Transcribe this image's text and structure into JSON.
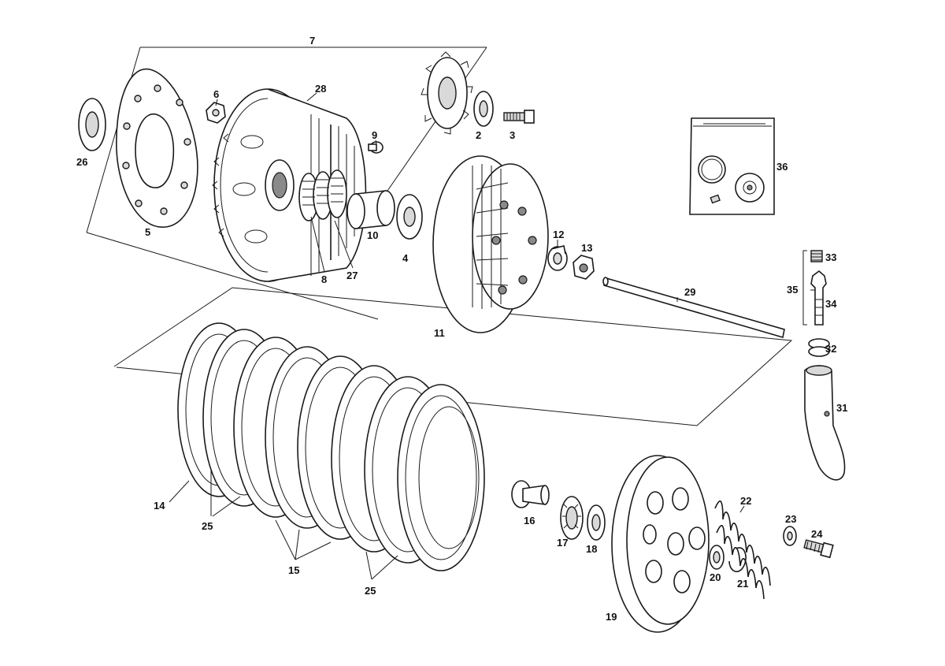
{
  "callouts": [
    {
      "id": "c1",
      "text": "7"
    },
    {
      "id": "c2",
      "text": "6"
    },
    {
      "id": "c3",
      "text": "28"
    },
    {
      "id": "c4",
      "text": "9"
    },
    {
      "id": "c5",
      "text": "2"
    },
    {
      "id": "c6",
      "text": "3"
    },
    {
      "id": "c7",
      "text": "26"
    },
    {
      "id": "c8",
      "text": "5"
    },
    {
      "id": "c9",
      "text": "10"
    },
    {
      "id": "c10",
      "text": "4"
    },
    {
      "id": "c11",
      "text": "8"
    },
    {
      "id": "c12",
      "text": "27"
    },
    {
      "id": "c13",
      "text": "12"
    },
    {
      "id": "c14",
      "text": "13"
    },
    {
      "id": "c15",
      "text": "11"
    },
    {
      "id": "c16",
      "text": "29"
    },
    {
      "id": "c17",
      "text": "36"
    },
    {
      "id": "c18",
      "text": "33"
    },
    {
      "id": "c19",
      "text": "35"
    },
    {
      "id": "c20",
      "text": "34"
    },
    {
      "id": "c21",
      "text": "32"
    },
    {
      "id": "c22",
      "text": "31"
    },
    {
      "id": "c23",
      "text": "14"
    },
    {
      "id": "c24",
      "text": "25"
    },
    {
      "id": "c25",
      "text": "15"
    },
    {
      "id": "c26",
      "text": "25"
    },
    {
      "id": "c27",
      "text": "16"
    },
    {
      "id": "c28",
      "text": "17"
    },
    {
      "id": "c29",
      "text": "18"
    },
    {
      "id": "c30",
      "text": "22"
    },
    {
      "id": "c31",
      "text": "23"
    },
    {
      "id": "c32",
      "text": "24"
    },
    {
      "id": "c33",
      "text": "20"
    },
    {
      "id": "c34",
      "text": "21"
    },
    {
      "id": "c35",
      "text": "19"
    }
  ]
}
